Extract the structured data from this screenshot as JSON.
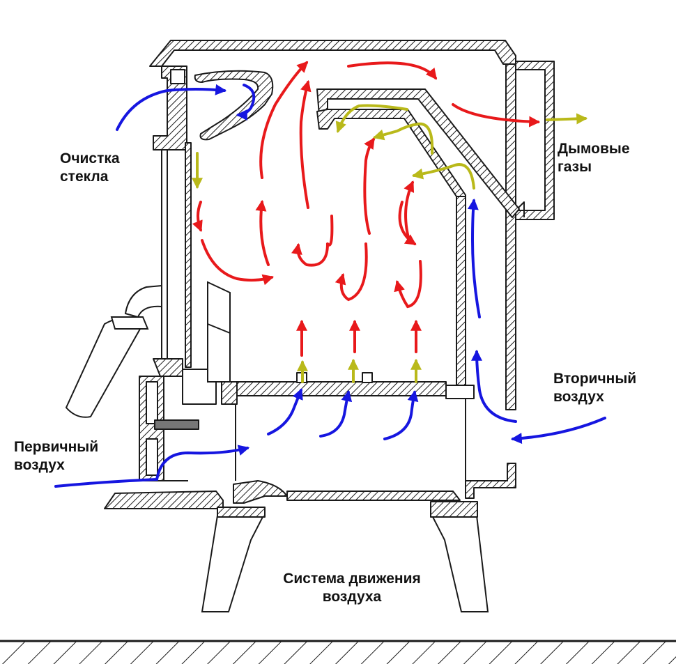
{
  "labels": {
    "glass_cleaning": [
      "Очистка",
      "стекла"
    ],
    "flue_gases": [
      "Дымовые",
      "газы"
    ],
    "secondary_air": [
      "Вторичный",
      "воздух"
    ],
    "primary_air": [
      "Первичный",
      "воздух"
    ],
    "air_system": [
      "Система движения",
      "воздуха"
    ]
  },
  "colors": {
    "outline": "#1a1a1a",
    "hot_gas": "#e8191b",
    "fresh_air": "#1616e0",
    "smoke": "#b9b91a",
    "damper": "#777777"
  }
}
